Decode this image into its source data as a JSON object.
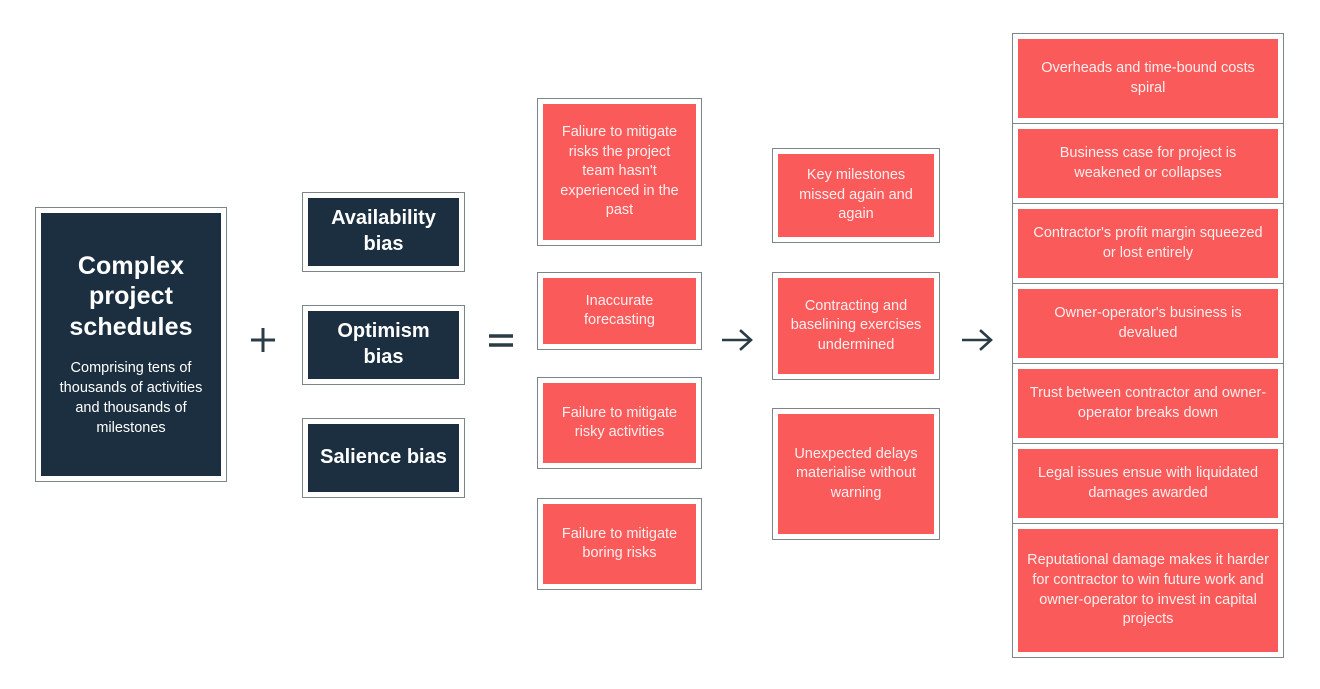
{
  "diagram": {
    "title": "Complex project schedules bias cascade",
    "colors": {
      "dark": "#1b2f40",
      "red": "#fa5a5a",
      "border": "#7c8589",
      "background": "#ffffff",
      "text_light": "#ffffff",
      "text_on_red": "#ffeeee",
      "operator": "#2c3c47"
    }
  },
  "source": {
    "title": "Complex project schedules",
    "subtitle": "Comprising tens of thousands of activities and thousands of milestones"
  },
  "operators": {
    "plus": "+",
    "equals": "=",
    "arrow_1": "arrow-right",
    "arrow_2": "arrow-right"
  },
  "biases": [
    {
      "label": "Availability bias"
    },
    {
      "label": "Optimism bias"
    },
    {
      "label": "Salience bias"
    }
  ],
  "effects": [
    {
      "label": "Faliure to mitigate risks the project team hasn't experienced in the past"
    },
    {
      "label": "Inaccurate forecasting"
    },
    {
      "label": "Failure to mitigate risky activities"
    },
    {
      "label": "Failure to mitigate boring risks"
    }
  ],
  "consequences": [
    {
      "label": "Key milestones missed again and again"
    },
    {
      "label": "Contracting and baselining exercises undermined"
    },
    {
      "label": "Unexpected delays materialise without warning"
    }
  ],
  "outcomes": [
    {
      "label": "Overheads and time-bound costs spiral"
    },
    {
      "label": "Business case for project is weakened or collapses"
    },
    {
      "label": "Contractor's profit margin squeezed or lost entirely"
    },
    {
      "label": "Owner-operator's business is devalued"
    },
    {
      "label": "Trust between contractor and owner-operator breaks down"
    },
    {
      "label": "Legal issues ensue with liquidated damages awarded"
    },
    {
      "label": "Reputational damage makes it harder for contractor to win future work and owner-operator to invest in capital projects"
    }
  ]
}
